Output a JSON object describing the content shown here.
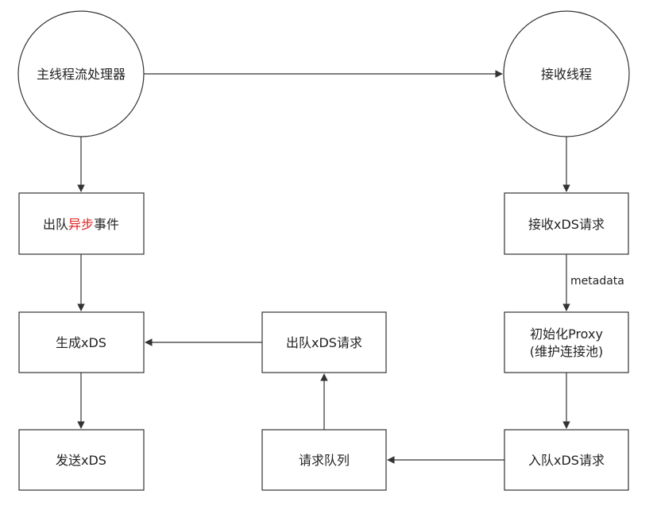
{
  "nodes": {
    "main_thread": {
      "label": "主线程流处理器"
    },
    "recv_thread": {
      "label": "接收线程"
    },
    "dequeue_async": {
      "label_prefix": "出队",
      "label_highlight": "异步",
      "label_suffix": "事件",
      "highlight_color": "#e02020"
    },
    "recv_xds": {
      "label": "接收xDS请求"
    },
    "gen_xds": {
      "label": "生成xDS"
    },
    "dequeue_xds": {
      "label": "出队xDS请求"
    },
    "init_proxy": {
      "line1": "初始化Proxy",
      "line2": "(维护连接池)"
    },
    "send_xds": {
      "label": "发送xDS"
    },
    "req_queue": {
      "label": "请求队列"
    },
    "enqueue_xds": {
      "label": "入队xDS请求"
    }
  },
  "edges": {
    "recv_to_init_label": "metadata"
  },
  "colors": {
    "stroke": "#333333",
    "text": "#222222",
    "highlight": "#e02020"
  }
}
